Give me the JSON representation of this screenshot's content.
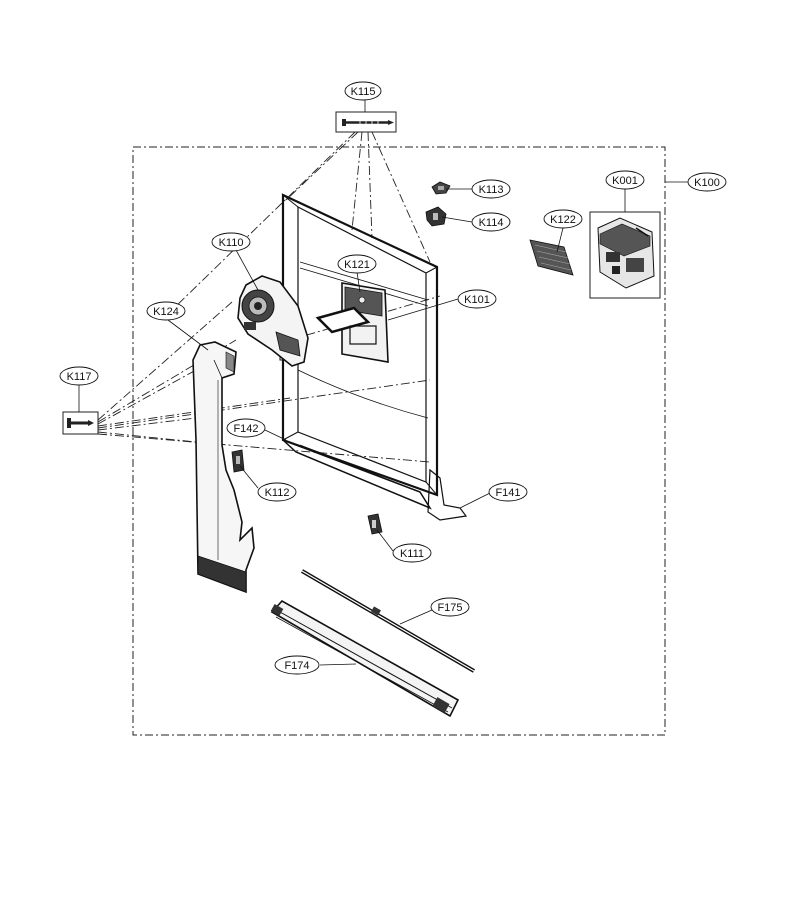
{
  "diagram": {
    "callouts": {
      "k115": "K115",
      "k113": "K113",
      "k114": "K114",
      "k001": "K001",
      "k100": "K100",
      "k122": "K122",
      "k110": "K110",
      "k121": "K121",
      "k101": "K101",
      "k124": "K124",
      "k117": "K117",
      "f142": "F142",
      "k112": "K112",
      "f141": "F141",
      "k111": "K111",
      "f175": "F175",
      "f174": "F174"
    }
  }
}
